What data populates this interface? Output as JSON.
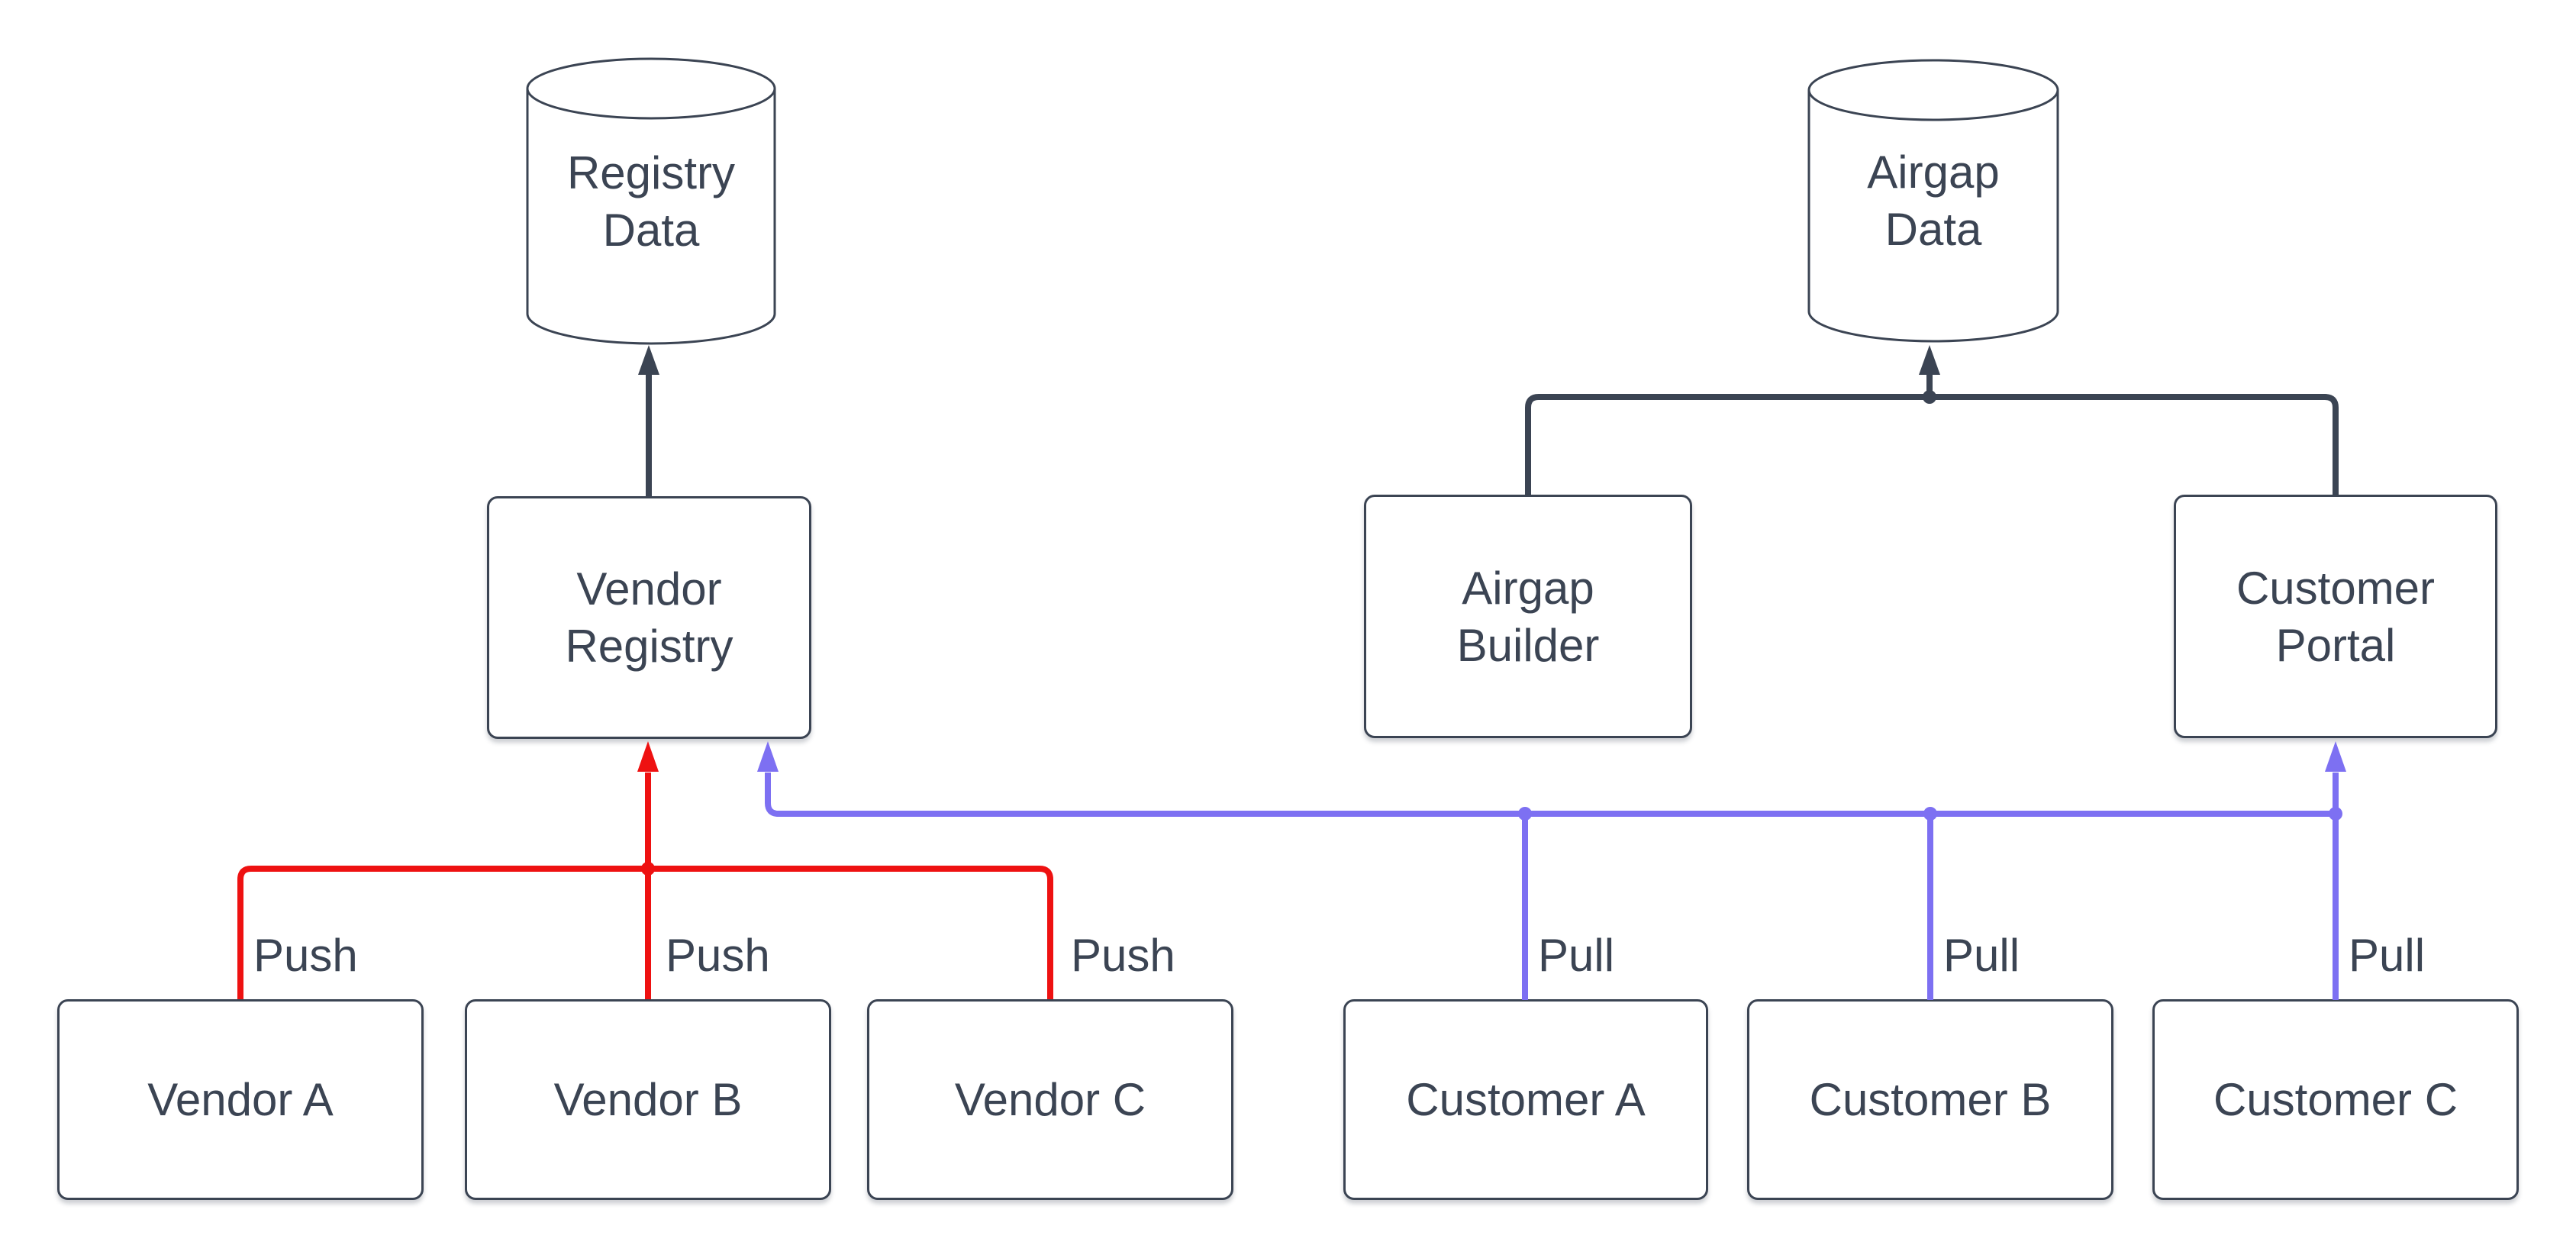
{
  "diagram": {
    "type": "flowchart",
    "background": "#ffffff",
    "colors": {
      "node_border": "#3b4453",
      "node_fill": "#ffffff",
      "text": "#3b4453",
      "push_edge": "#ee1111",
      "pull_edge": "#7d70f2",
      "data_edge": "#3b4453"
    },
    "nodes": {
      "registry_data": {
        "label": "Registry\nData",
        "shape": "database"
      },
      "airgap_data": {
        "label": "Airgap\nData",
        "shape": "database"
      },
      "vendor_registry": {
        "label": "Vendor\nRegistry",
        "shape": "rect"
      },
      "airgap_builder": {
        "label": "Airgap\nBuilder",
        "shape": "rect"
      },
      "customer_portal": {
        "label": "Customer\nPortal",
        "shape": "rect"
      },
      "vendor_a": {
        "label": "Vendor A",
        "shape": "rect"
      },
      "vendor_b": {
        "label": "Vendor B",
        "shape": "rect"
      },
      "vendor_c": {
        "label": "Vendor C",
        "shape": "rect"
      },
      "customer_a": {
        "label": "Customer A",
        "shape": "rect"
      },
      "customer_b": {
        "label": "Customer B",
        "shape": "rect"
      },
      "customer_c": {
        "label": "Customer C",
        "shape": "rect"
      }
    },
    "edges": [
      {
        "from": "vendor_registry",
        "to": "registry_data",
        "label": "",
        "color": "dark"
      },
      {
        "from": "airgap_builder",
        "to": "airgap_data",
        "label": "",
        "color": "dark"
      },
      {
        "from": "customer_portal",
        "to": "airgap_data",
        "label": "",
        "color": "dark"
      },
      {
        "from": "vendor_a",
        "to": "vendor_registry",
        "label": "Push",
        "color": "red"
      },
      {
        "from": "vendor_b",
        "to": "vendor_registry",
        "label": "Push",
        "color": "red"
      },
      {
        "from": "vendor_c",
        "to": "vendor_registry",
        "label": "Push",
        "color": "red"
      },
      {
        "from": "customer_a",
        "to": "vendor_registry",
        "label": "Pull",
        "color": "blue"
      },
      {
        "from": "customer_b",
        "to": "vendor_registry",
        "label": "Pull",
        "color": "blue"
      },
      {
        "from": "customer_c",
        "to": "customer_portal",
        "label": "Pull",
        "color": "blue"
      }
    ]
  }
}
